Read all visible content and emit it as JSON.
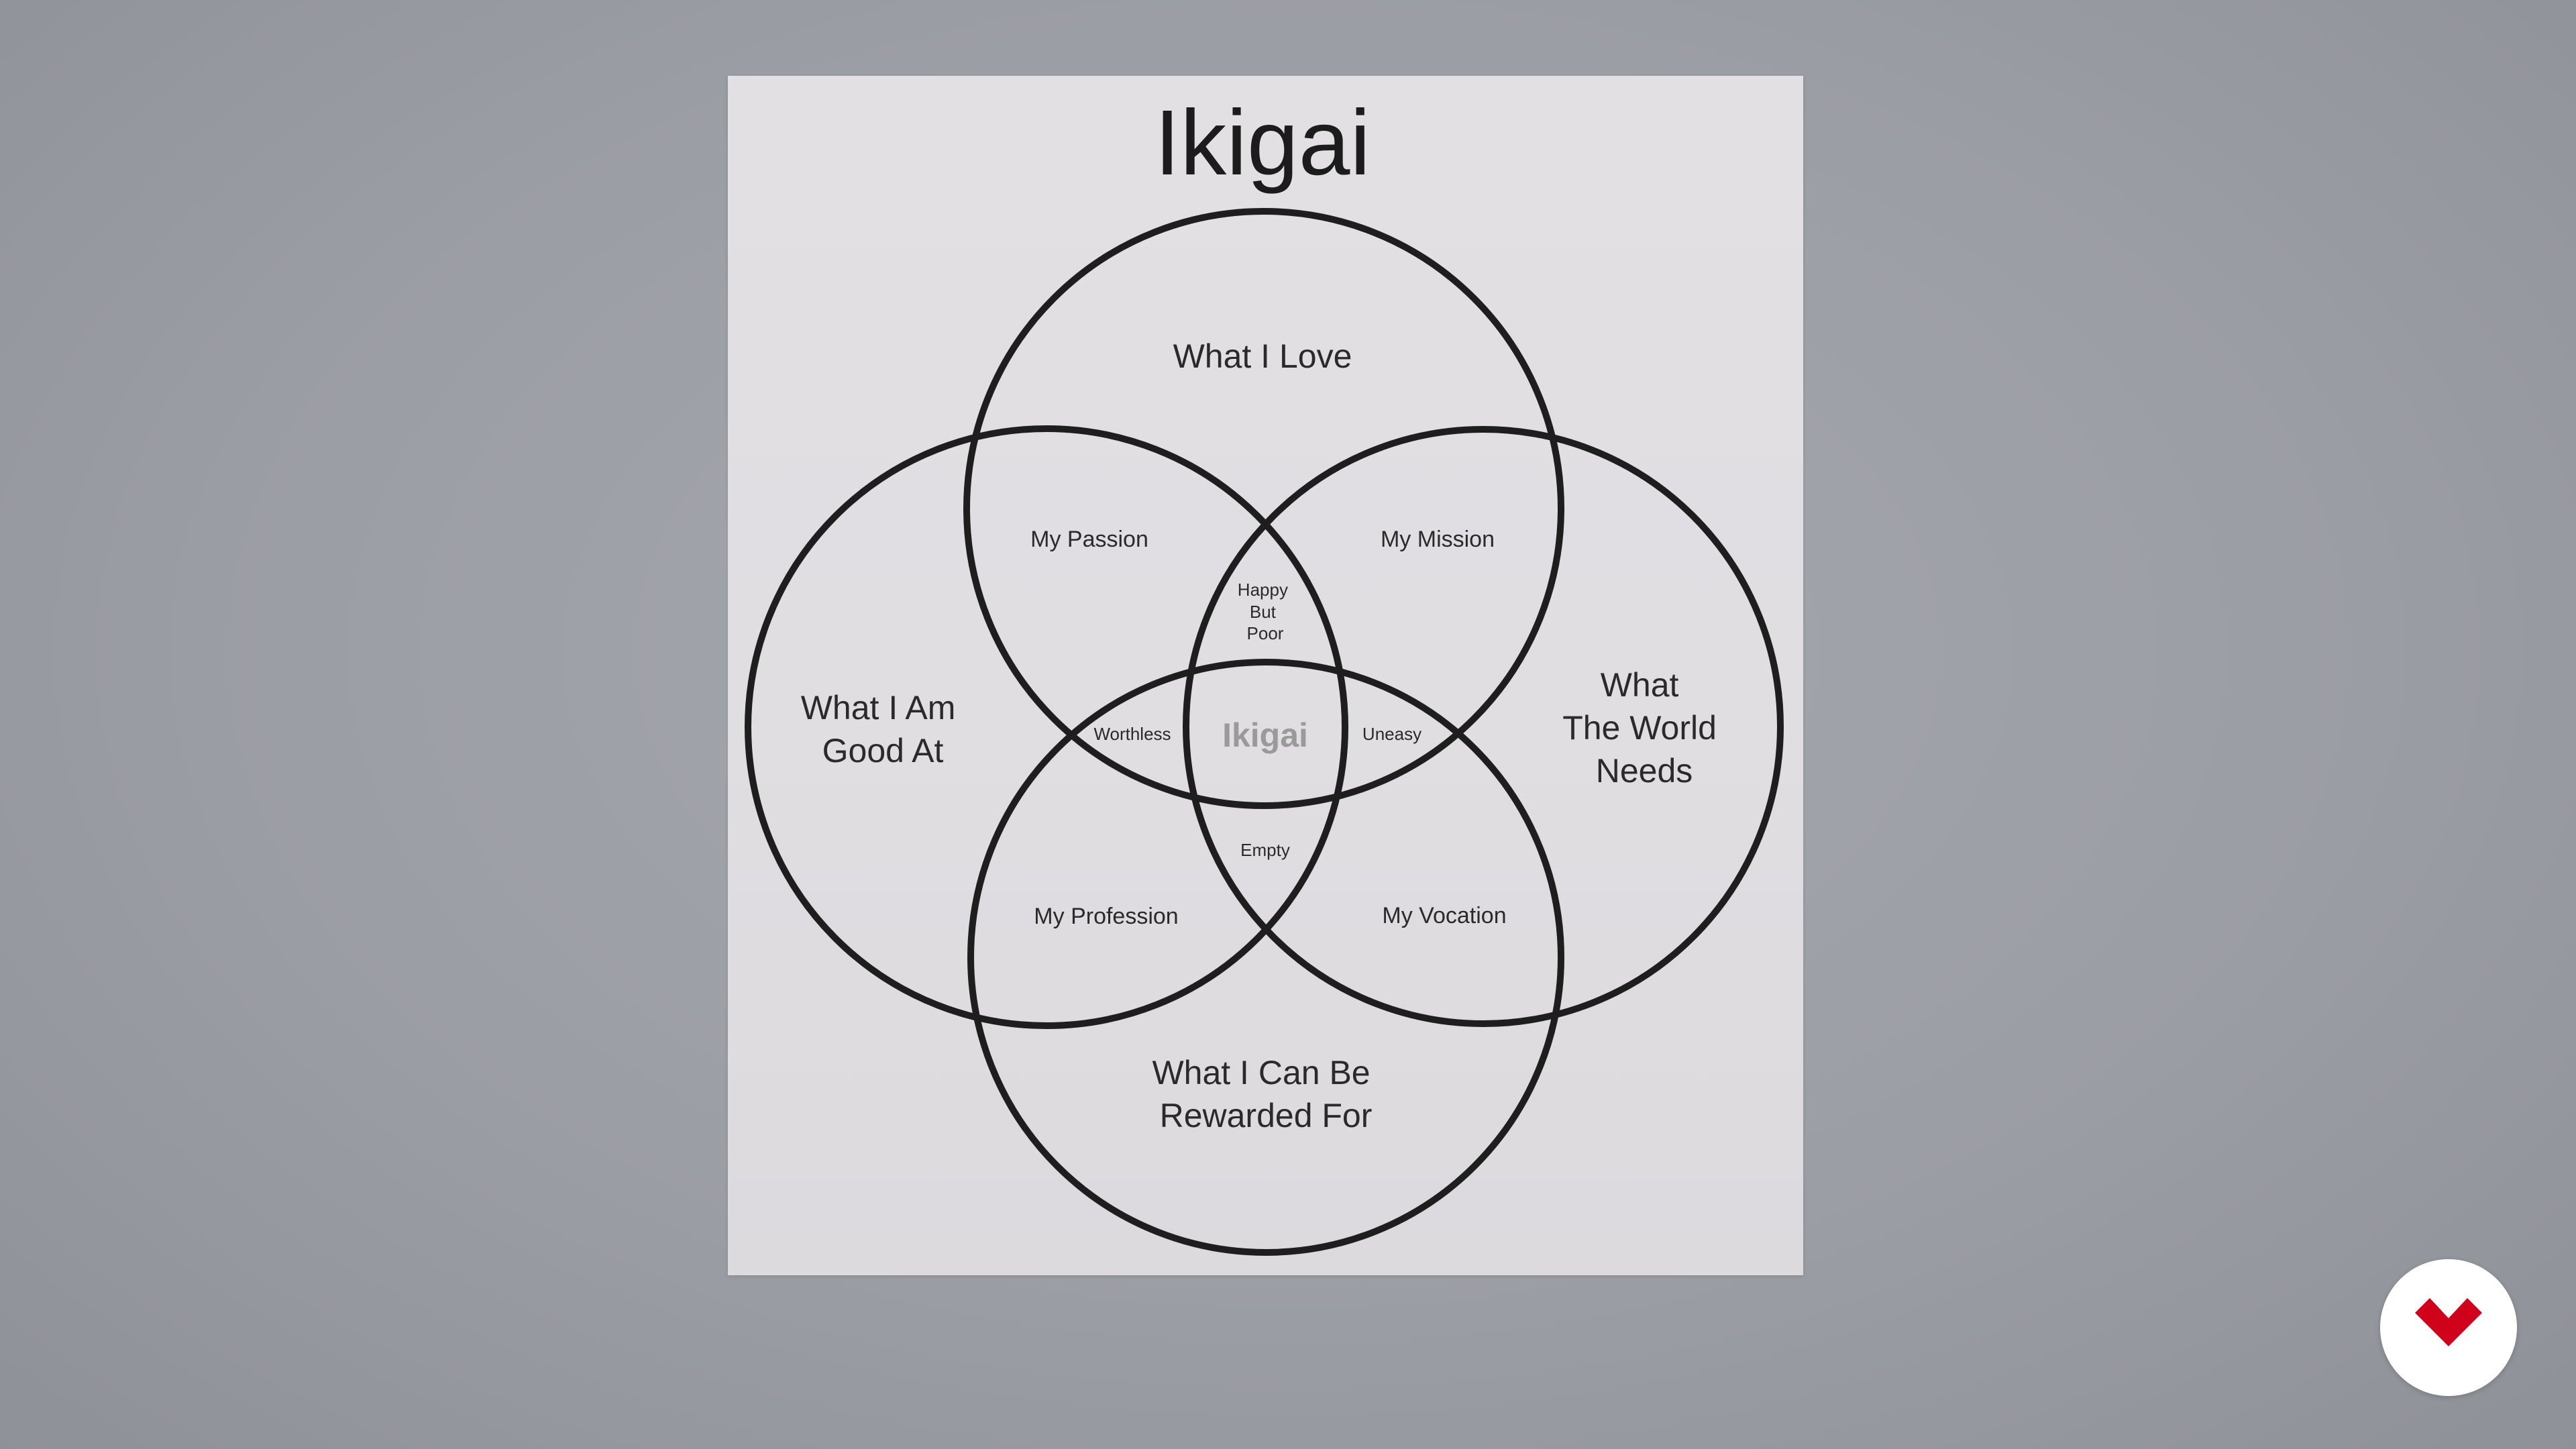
{
  "title": "Ikigai",
  "sets": {
    "love": "What I Love",
    "good_at": [
      "What I Am",
      "Good At"
    ],
    "world_needs": [
      "What",
      "The World",
      "Needs"
    ],
    "rewarded": [
      "What I Can Be",
      "Rewarded For"
    ]
  },
  "pairs": {
    "passion": "My Passion",
    "mission": "My Mission",
    "profession": "My Profession",
    "vocation": "My Vocation"
  },
  "triples": {
    "happy_but_poor": [
      "Happy",
      "But",
      "Poor"
    ],
    "worthless": "Worthless",
    "uneasy": "Uneasy",
    "empty": "Empty"
  },
  "center": "Ikigai",
  "colors": {
    "background": "#9b9da4",
    "paper": "#e0dee1",
    "ink": "#1e1e1e",
    "center_text": "#9a9a9a",
    "logo": "#d0021b"
  },
  "logo_icon": "brand-logo-icon"
}
